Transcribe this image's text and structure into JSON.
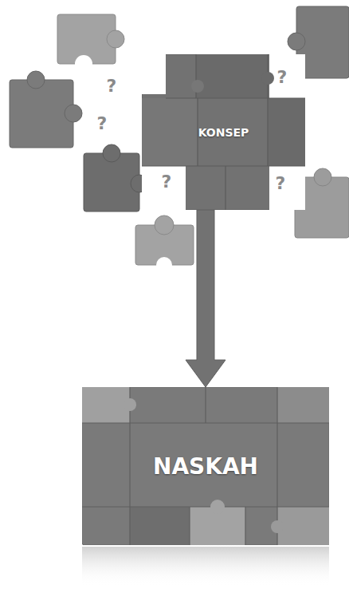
{
  "diagram": {
    "nodes": [
      {
        "text": [
          "KONSEP"
        ]
      },
      {
        "text": [
          "NASKAH"
        ]
      }
    ],
    "edges": [
      {
        "from": 0,
        "to": 1,
        "arrow": "to"
      }
    ],
    "labels": [
      "?",
      "?",
      "?",
      "?",
      "?"
    ]
  }
}
